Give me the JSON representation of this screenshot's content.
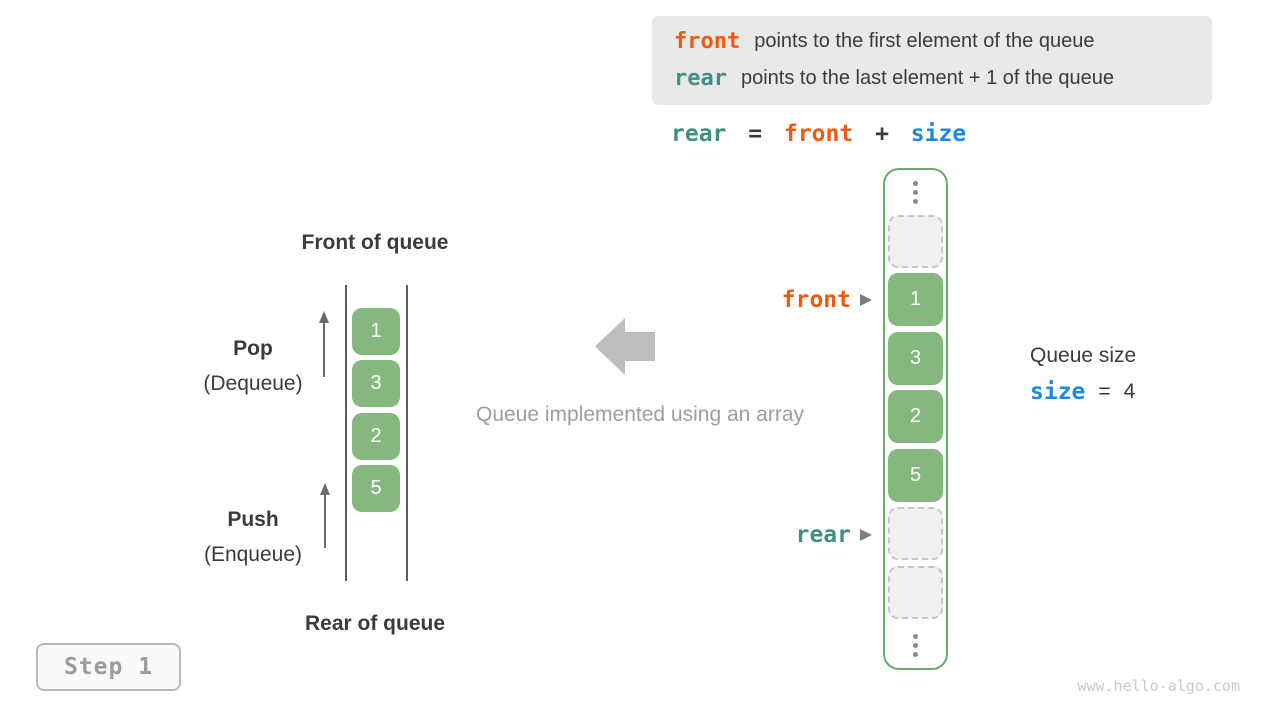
{
  "colors": {
    "front_orange": "#ee5b10",
    "rear_teal": "#3e9082",
    "size_blue": "#1b88e5",
    "cell_green": "#85b87e",
    "array_border_green": "#6bab69",
    "caption_gray": "#9e9e9e",
    "text_dark": "#3b3b3b"
  },
  "info_box": {
    "lines": [
      {
        "term": "front",
        "text": "points to the first element of the queue"
      },
      {
        "term": "rear",
        "text": "points to the last element + 1 of the queue"
      }
    ]
  },
  "equation": {
    "lhs": "rear",
    "equals": "=",
    "operand1": "front",
    "plus": "+",
    "operand2": "size"
  },
  "left_queue": {
    "front_label": "Front of queue",
    "rear_label": "Rear of queue",
    "pop": {
      "title": "Pop",
      "subtitle": "(Dequeue)"
    },
    "push": {
      "title": "Push",
      "subtitle": "(Enqueue)"
    },
    "values": [
      "1",
      "3",
      "2",
      "5"
    ]
  },
  "center": {
    "caption": "Queue implemented using an array"
  },
  "array_view": {
    "front_pointer": "front",
    "rear_pointer": "rear",
    "cells": [
      "1",
      "3",
      "2",
      "5"
    ]
  },
  "size_info": {
    "title": "Queue size",
    "variable": "size",
    "equals": "=",
    "value": "4"
  },
  "step_badge": "Step 1",
  "watermark": "www.hello-algo.com"
}
